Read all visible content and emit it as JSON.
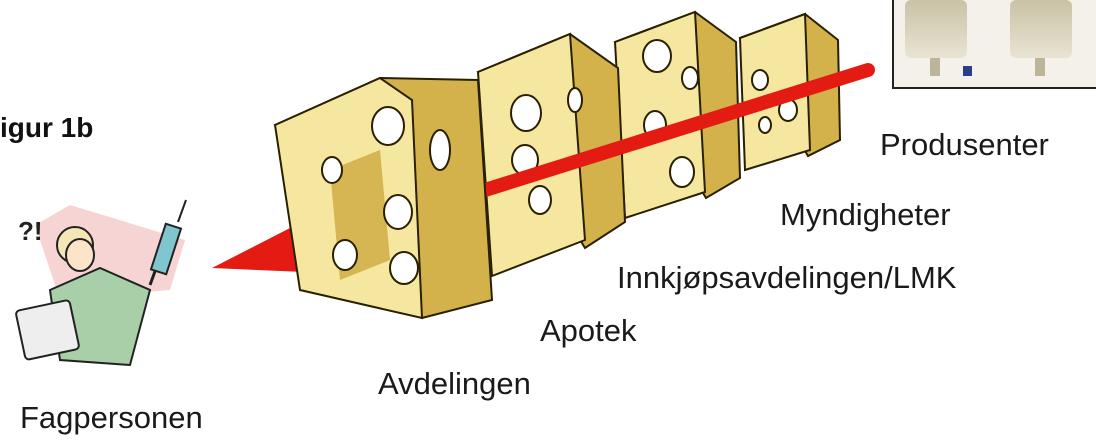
{
  "figure": {
    "title": "igur 1b"
  },
  "labels": {
    "produsenter": "Produsenter",
    "myndigheter": "Myndigheter",
    "innkjop": "Innkjøpsavdelingen/LMK",
    "apotek": "Apotek",
    "avdelingen": "Avdelingen",
    "fagpersonen": "Fagpersonen"
  },
  "colors": {
    "cheese_face": "#f6e7a0",
    "cheese_side": "#d3b24c",
    "cheese_outline": "#2a2000",
    "arrow": "#e31b12",
    "hole": "#ffffff"
  },
  "icons": {
    "person": "nurse-with-syringe-icon",
    "photo": "infusion-bags-photo",
    "arrow": "error-trajectory-arrow"
  }
}
